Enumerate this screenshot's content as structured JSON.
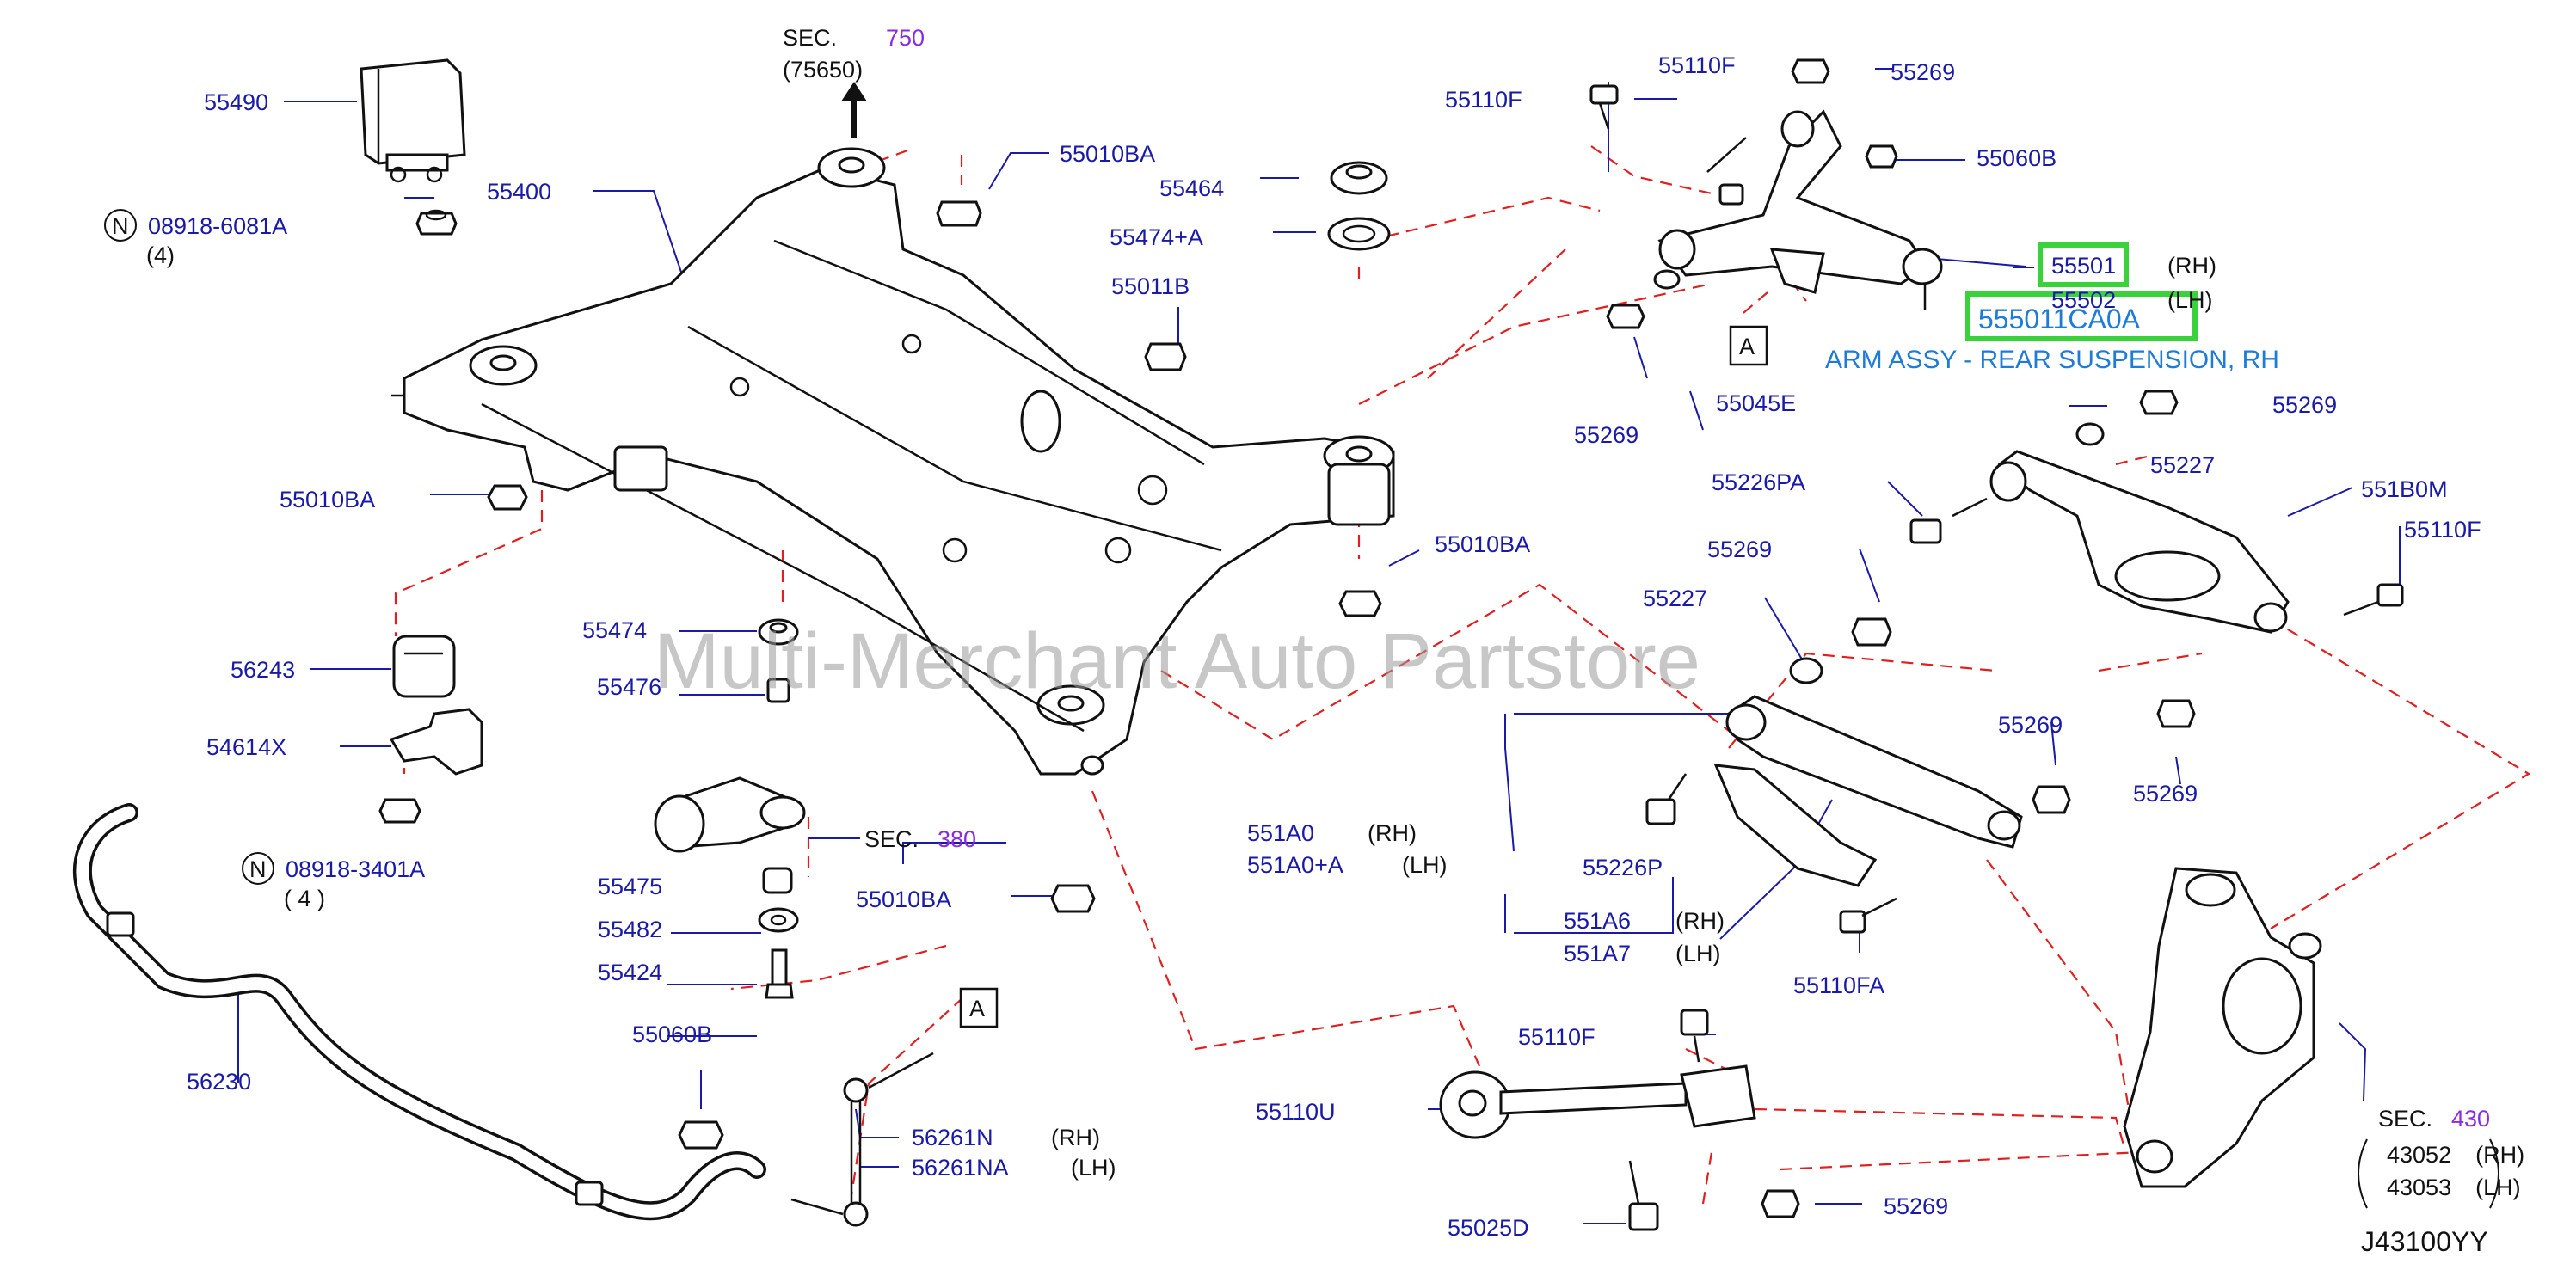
{
  "parts": {
    "p55490": "55490",
    "n_circle": "N",
    "p08918_6081A": "08918-6081A",
    "qty4a": "(4)",
    "p55400": "55400",
    "sec750": "SEC.",
    "sec750_num": "750",
    "sec750_sub": "(75650)",
    "p55010BA_top": "55010BA",
    "p55464": "55464",
    "p55474A": "55474+A",
    "p55011B": "55011B",
    "p55010BA_left": "55010BA",
    "p56243": "56243",
    "p54614X": "54614X",
    "n_circle2": "N",
    "p08918_3401A": "08918-3401A",
    "qty4b": "( 4 )",
    "p55474": "55474",
    "p55476": "55476",
    "sec380": "SEC.",
    "sec380_num": "380",
    "p55475": "55475",
    "p55482": "55482",
    "p55424": "55424",
    "p55010BA_bot": "55010BA",
    "p55010BA_mid": "55010BA",
    "p55060B_bot": "55060B",
    "p56230": "56230",
    "ref_A_bot": "A",
    "p56261N": "56261N",
    "rh1": "(RH)",
    "p56261NA": "56261NA",
    "lh1": "(LH)",
    "p55110F_top": "55110F",
    "p55110F_topleft": "55110F",
    "p55269_t1": "55269",
    "p55060B_top": "55060B",
    "p55501": "55501",
    "rh2": "(RH)",
    "p55502": "55502",
    "lh2": "(LH)",
    "highlight_code": "555011CA0A",
    "arm_desc": "ARM ASSY - REAR SUSPENSION, RH",
    "ref_A_top": "A",
    "p55045E": "55045E",
    "p55269_t2": "55269",
    "p55269_r1": "55269",
    "p55227_r": "55227",
    "p55226PA": "55226PA",
    "p551B0M": "551B0M",
    "p55110F_r": "55110F",
    "p55269_m": "55269",
    "p55227_m": "55227",
    "p55269_r2": "55269",
    "p55269_r3": "55269",
    "p551A0": "551A0",
    "rh3": "(RH)",
    "p551A0A": "551A0+A",
    "lh3": "(LH)",
    "p55226P": "55226P",
    "p551A6": "551A6",
    "rh4": "(RH)",
    "p551A7": "551A7",
    "lh4": "(LH)",
    "p55110FA": "55110FA",
    "p55110F_b": "55110F",
    "p55110U": "55110U",
    "p55025D": "55025D",
    "p55269_b": "55269",
    "sec430": "SEC.",
    "sec430_num": "430",
    "p43052": "43052",
    "rh5": "(RH)",
    "p43053": "43053",
    "lh5": "(LH)",
    "drawing_code": "J43100YY",
    "watermark": "Multi-Merchant Auto Partstore"
  },
  "colors": {
    "label_blue": "#1a1aa8",
    "section_purple": "#8a2be2",
    "guide_red": "#e02020",
    "highlight_green": "#3ad23a",
    "note_blue": "#1e7bd6"
  }
}
